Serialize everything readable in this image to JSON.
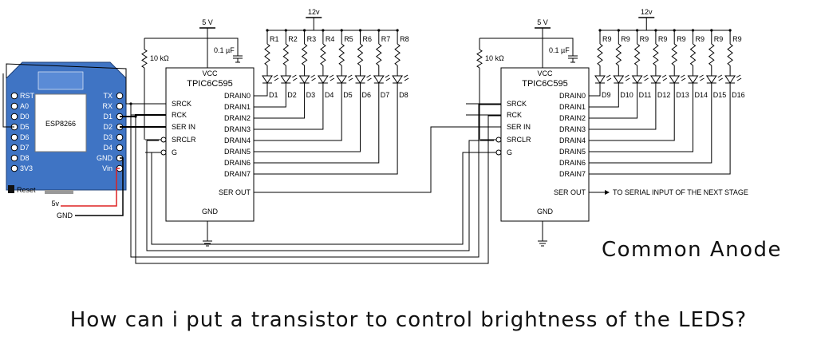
{
  "title": "Common Anode",
  "caption": "How can i put a transistor to control brightness of the LEDS?",
  "supply_5v": "5 V",
  "supply_12v": "12v",
  "cap_label": "0.1 µF",
  "pullup_label": "10 kΩ",
  "next_stage_label": "TO SERIAL INPUT OF THE NEXT STAGE",
  "chips": [
    {
      "name": "TPIC6C595",
      "vcc": "VCC",
      "gnd": "GND",
      "left_pins": [
        "SRCK",
        "RCK",
        "SER IN",
        "SRCLR",
        "G"
      ],
      "right_pins": [
        "DRAIN0",
        "DRAIN1",
        "DRAIN2",
        "DRAIN3",
        "DRAIN4",
        "DRAIN5",
        "DRAIN6",
        "DRAIN7"
      ],
      "ser_out": "SER OUT",
      "resistors": [
        "R1",
        "R2",
        "R3",
        "R4",
        "R5",
        "R6",
        "R7",
        "R8"
      ],
      "leds": [
        "D1",
        "D2",
        "D3",
        "D4",
        "D5",
        "D6",
        "D7",
        "D8"
      ]
    },
    {
      "name": "TPIC6C595",
      "vcc": "VCC",
      "gnd": "GND",
      "left_pins": [
        "SRCK",
        "RCK",
        "SER IN",
        "SRCLR",
        "G"
      ],
      "right_pins": [
        "DRAIN0",
        "DRAIN1",
        "DRAIN2",
        "DRAIN3",
        "DRAIN4",
        "DRAIN5",
        "DRAIN6",
        "DRAIN7"
      ],
      "ser_out": "SER OUT",
      "resistors": [
        "R9",
        "R9",
        "R9",
        "R9",
        "R9",
        "R9",
        "R9",
        "R9"
      ],
      "leds": [
        "D9",
        "D10",
        "D11",
        "D12",
        "D13",
        "D14",
        "D15",
        "D16"
      ]
    }
  ],
  "board": {
    "module": "ESP8266",
    "left_pins": [
      "RST",
      "A0",
      "D0",
      "D5",
      "D6",
      "D7",
      "D8",
      "3V3"
    ],
    "right_pins": [
      "TX",
      "RX",
      "D1",
      "D2",
      "D3",
      "D4",
      "GND",
      "Vin"
    ],
    "reset": "Reset",
    "ext_5v": "5v",
    "ext_gnd": "GND",
    "color": "#3f74c4"
  }
}
